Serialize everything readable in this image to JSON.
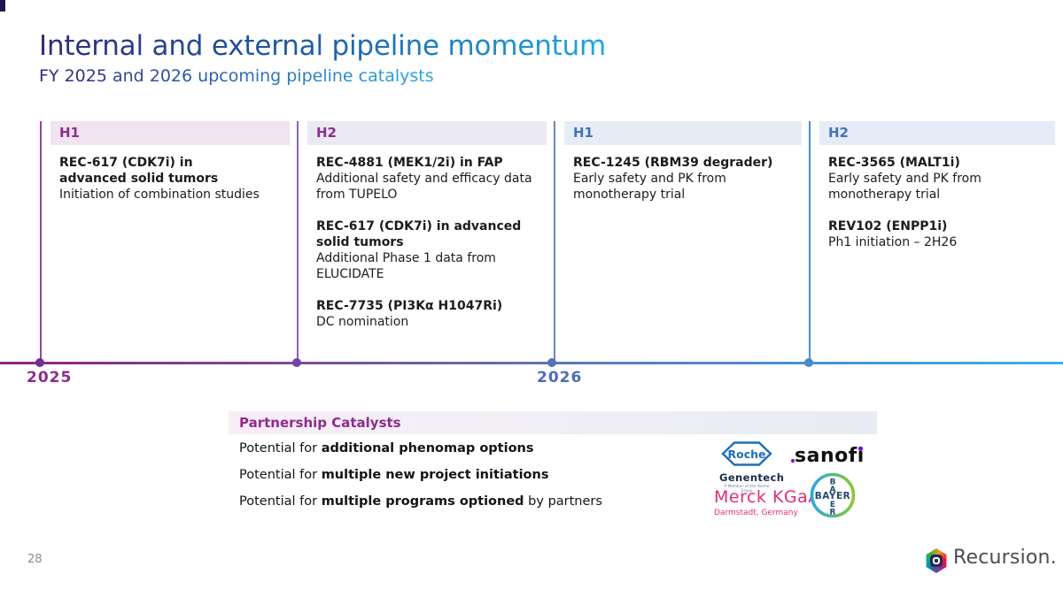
{
  "slide": {
    "title": "Internal and external pipeline momentum",
    "subtitle": "FY 2025 and 2026 upcoming pipeline catalysts",
    "page_number": "28"
  },
  "timeline": {
    "years": [
      {
        "label": "2025"
      },
      {
        "label": "2026"
      }
    ],
    "columns": [
      {
        "period": "H1",
        "theme_color": "#8e2c8e",
        "items": [
          {
            "title": "REC-617 (CDK7i) in advanced solid tumors",
            "detail": "Initiation of combination studies"
          }
        ]
      },
      {
        "period": "H2",
        "theme_color": "#8e2c8e",
        "items": [
          {
            "title": "REC-4881 (MEK1/2i) in FAP",
            "detail": "Additional safety and efficacy data from TUPELO"
          },
          {
            "title": "REC-617 (CDK7i) in advanced solid tumors",
            "detail": "Additional Phase 1 data from ELUCIDATE"
          },
          {
            "title": "REC-7735 (PI3Kα H1047Ri)",
            "detail": "DC nomination"
          }
        ]
      },
      {
        "period": "H1",
        "theme_color": "#4a6fb2",
        "items": [
          {
            "title": "REC-1245 (RBM39 degrader)",
            "detail": "Early safety and PK from monotherapy trial"
          }
        ]
      },
      {
        "period": "H2",
        "theme_color": "#4a6fb2",
        "items": [
          {
            "title": "REC-3565 (MALT1i)",
            "detail": "Early safety and PK from monotherapy trial"
          },
          {
            "title": "REV102 (ENPP1i)",
            "detail": "Ph1 initiation – 2H26"
          }
        ]
      }
    ]
  },
  "partnership": {
    "header": "Partnership Catalysts",
    "bullets": [
      {
        "prefix": "Potential for ",
        "bold": "additional phenomap options",
        "suffix": ""
      },
      {
        "prefix": "Potential for ",
        "bold": "multiple new project initiations",
        "suffix": ""
      },
      {
        "prefix": "Potential for ",
        "bold": "multiple programs optioned",
        "suffix": " by partners"
      }
    ],
    "partners": {
      "roche": {
        "name": "Roche",
        "sub": "Genentech",
        "tagline": "A Member of the Roche Group"
      },
      "sanofi": {
        "name": "sanofi"
      },
      "merck": {
        "name": "Merck KGaA",
        "sub": "Darmstadt, Germany"
      },
      "bayer": {
        "name": "BAYER",
        "v_top": [
          "B",
          "A"
        ],
        "v_bottom": [
          "E",
          "R"
        ]
      }
    }
  },
  "footer": {
    "brand": "Recursion."
  },
  "colors": {
    "accent_purple": "#8e2c8e",
    "accent_blue": "#4a6fb2",
    "title_gradient_start": "#312a7c",
    "title_gradient_end": "#1fa6e0",
    "timeline_gradient_start": "#8e2383",
    "timeline_gradient_end": "#3bb0e8"
  }
}
